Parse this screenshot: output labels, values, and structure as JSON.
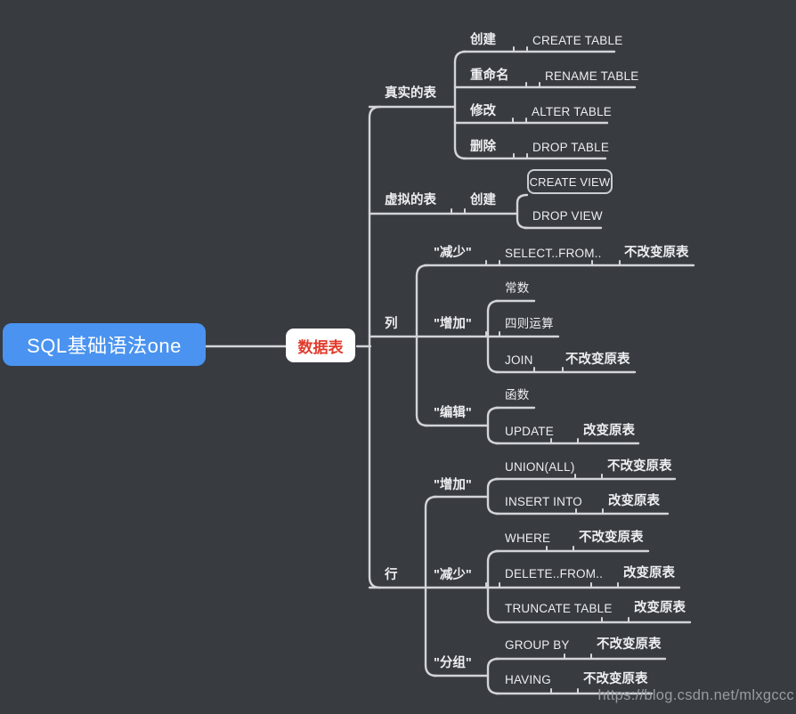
{
  "colors": {
    "background": "#383b40",
    "line": "#d2d4d8",
    "text": "#eceef0",
    "root_fill": "#4a93f0",
    "datatable_text": "#e23a2b",
    "select_border": "#c9cdd4",
    "watermark": "#989ca2"
  },
  "root": {
    "label": "SQL基础语法one"
  },
  "datatable": {
    "label": "数据表"
  },
  "branches": {
    "real_table": {
      "label": "真实的表",
      "rows": [
        {
          "action": "创建",
          "keyword": "CREATE TABLE"
        },
        {
          "action": "重命名",
          "keyword": "RENAME TABLE"
        },
        {
          "action": "修改",
          "keyword": "ALTER TABLE"
        },
        {
          "action": "删除",
          "keyword": "DROP TABLE"
        }
      ]
    },
    "virtual_table": {
      "label": "虚拟的表",
      "action": "创建",
      "items": [
        {
          "keyword": "CREATE VIEW",
          "selected": true
        },
        {
          "keyword": "DROP VIEW",
          "selected": false
        }
      ]
    },
    "column": {
      "label": "列",
      "groups": [
        {
          "label": "\"减少\"",
          "items": [
            {
              "keyword": "SELECT..FROM..",
              "effect": "不改变原表"
            }
          ]
        },
        {
          "label": "\"增加\"",
          "items": [
            {
              "keyword": "常数"
            },
            {
              "keyword": "四则运算"
            },
            {
              "keyword": "JOIN",
              "effect": "不改变原表"
            }
          ]
        },
        {
          "label": "\"编辑\"",
          "items": [
            {
              "keyword": "函数"
            },
            {
              "keyword": "UPDATE",
              "effect": "改变原表"
            }
          ]
        }
      ]
    },
    "row": {
      "label": "行",
      "groups": [
        {
          "label": "\"增加\"",
          "items": [
            {
              "keyword": "UNION(ALL)",
              "effect": "不改变原表"
            },
            {
              "keyword": "INSERT INTO",
              "effect": "改变原表"
            }
          ]
        },
        {
          "label": "\"减少\"",
          "items": [
            {
              "keyword": "WHERE",
              "effect": "不改变原表"
            },
            {
              "keyword": "DELETE..FROM..",
              "effect": "改变原表"
            },
            {
              "keyword": "TRUNCATE TABLE",
              "effect": "改变原表"
            }
          ]
        },
        {
          "label": "\"分组\"",
          "items": [
            {
              "keyword": "GROUP BY",
              "effect": "不改变原表"
            },
            {
              "keyword": "HAVING",
              "effect": "不改变原表"
            }
          ]
        }
      ]
    }
  },
  "watermark": "https://blog.csdn.net/mlxgccc"
}
